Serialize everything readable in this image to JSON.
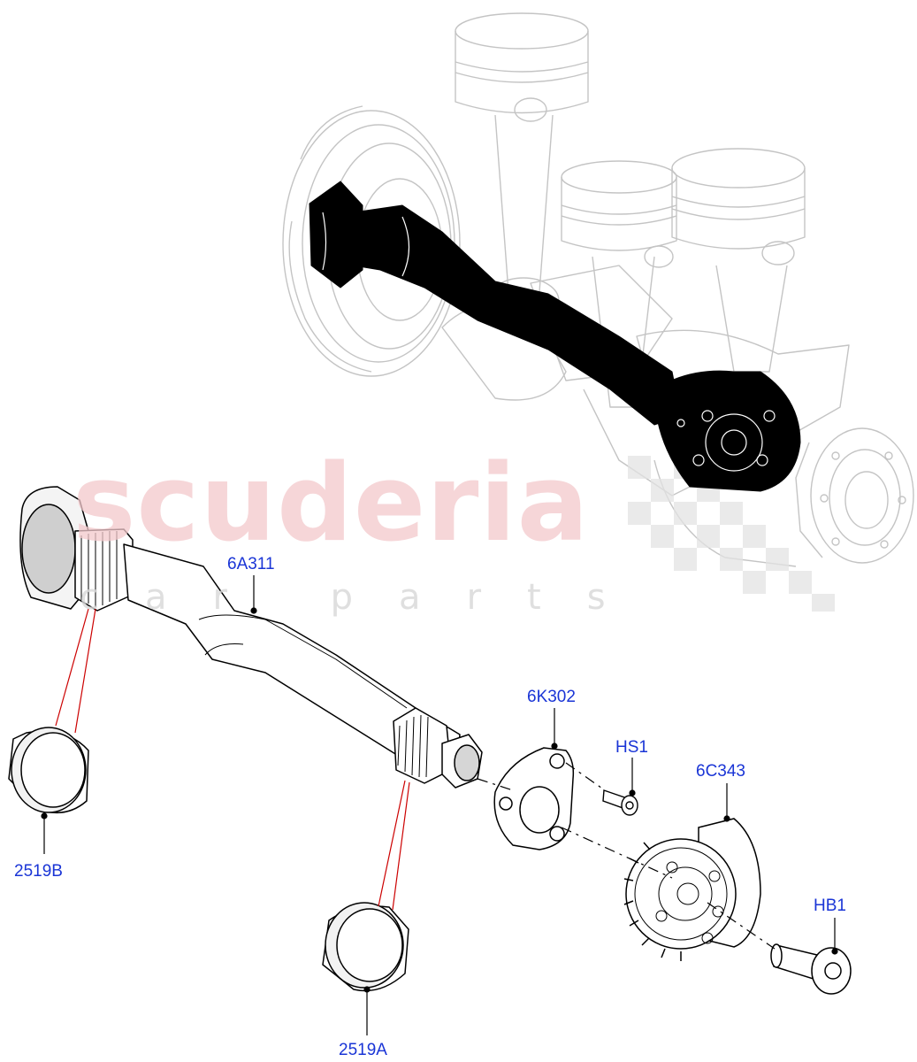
{
  "watermark": {
    "brand": "scuderia",
    "tagline": "car parts",
    "brand_color": "#f3c9cc"
  },
  "callouts": {
    "p6A311": "6A311",
    "p6K302": "6K302",
    "pHS1": "HS1",
    "p6C343": "6C343",
    "pHB1": "HB1",
    "p2519B": "2519B",
    "p2519A": "2519A"
  },
  "colors": {
    "label": "#1a35d6",
    "leader": "#000000",
    "bushing_leader": "#cc0000",
    "ghost_engine": "#c8c8c8",
    "highlight_part": "#000000"
  }
}
